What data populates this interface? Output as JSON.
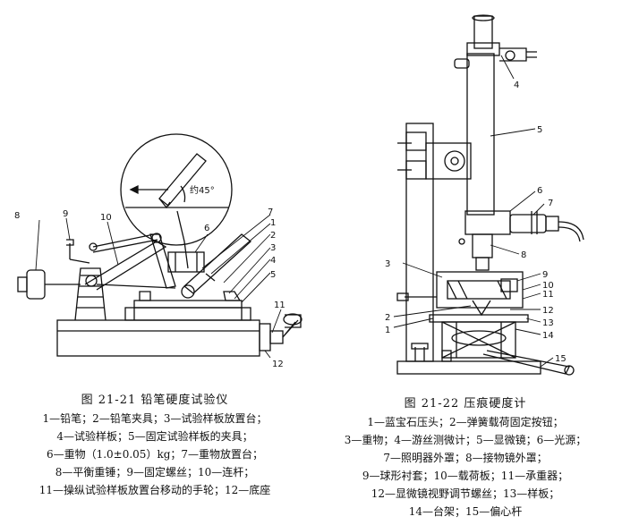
{
  "fig1": {
    "caption_title": "图 21-21   铅笔硬度试验仪",
    "legend_lines": [
      "1—铅笔；2—铅笔夹具；3—试验样板放置台；",
      "4—试验样板；5—固定试验样板的夹具；",
      "6—重物（1.0±0.05）kg；7—重物放置台；",
      "8—平衡重锤；9—固定螺丝；10—连杆；",
      "11—操纵试验样板放置台移动的手轮；12—底座"
    ],
    "inset_angle": "约45°",
    "labels": [
      "1",
      "2",
      "3",
      "4",
      "5",
      "6",
      "7",
      "8",
      "9",
      "10",
      "11",
      "12"
    ]
  },
  "fig2": {
    "caption_title": "图 21-22   压痕硬度计",
    "legend_lines": [
      "1—蓝宝石压头；2—弹簧载荷固定按钮；",
      "3—重物；4—游丝测微计；5—显微镜；6—光源；",
      "7—照明器外罩；8—接物镜外罩；",
      "9—球形衬套；10—载荷板；11—承重器；",
      "12—显微镜视野调节螺丝；13—样板；",
      "14—台架；15—偏心杆"
    ],
    "labels": [
      "1",
      "2",
      "3",
      "4",
      "5",
      "6",
      "7",
      "8",
      "9",
      "10",
      "11",
      "12",
      "13",
      "14",
      "15"
    ]
  }
}
